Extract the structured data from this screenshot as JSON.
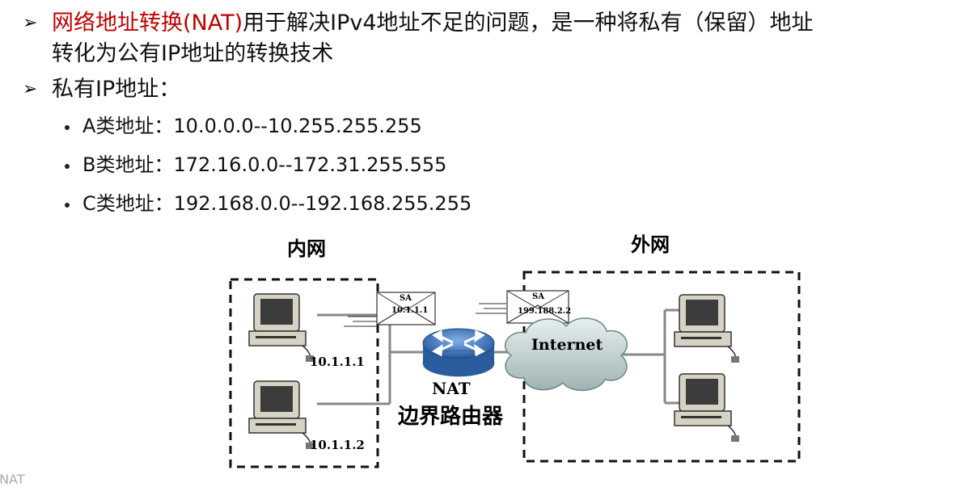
{
  "bullets": [
    {
      "red_part": "网络地址转换(NAT)",
      "rest": "用于解决IPv4地址不足的问题，是一种将私有（保留）地址",
      "cont": "转化为公有IP地址的转换技术"
    },
    {
      "text": "私有IP地址："
    }
  ],
  "sub_bullets": [
    "A类地址：10.0.0.0--10.255.255.255",
    "B类地址：172.16.0.0--172.31.255.555",
    "C类地址：192.168.0.0--192.168.255.255"
  ],
  "diagram": {
    "inner_label": "内网",
    "outer_label": "外网",
    "pc1_ip": "10.1.1.1",
    "pc2_ip": "10.1.1.2",
    "packet_in_label": "SA",
    "packet_in_ip": "10.1.1.1",
    "packet_out_label": "SA",
    "packet_out_ip": "199.188.2.2",
    "router_label": "NAT",
    "router_caption": "边界路由器",
    "cloud_label": "Internet"
  },
  "colors": {
    "accent": "#c00000",
    "router": "#3b6fb0"
  },
  "footer": ".NAT"
}
